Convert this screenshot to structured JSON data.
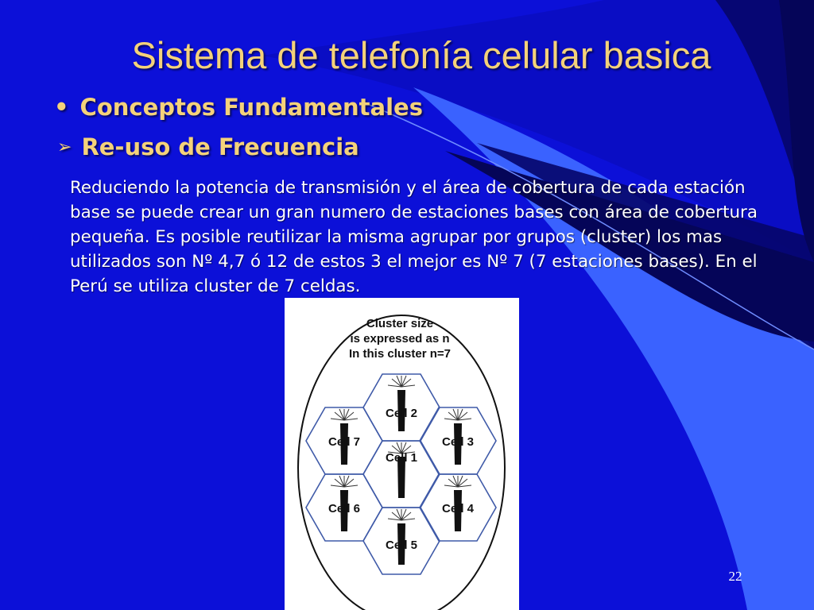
{
  "slide": {
    "title": "Sistema de telefonía celular basica",
    "bullet_main": "Conceptos Fundamentales",
    "bullet_sub": "Re-uso de Frecuencia",
    "body_lines": [
      "Reduciendo la potencia de transmisión y el área de cobertura de cada estación",
      "base se puede crear un gran numero de estaciones bases con área de cobertura",
      "pequeña. Es posible reutilizar la misma agrupar por grupos (cluster) los mas",
      "utilizados son Nº 4,7 ó 12 de estos 3 el mejor es Nº 7 (7 estaciones bases). En el",
      "Perú se utiliza cluster  de 7 celdas."
    ],
    "page_number": "22"
  },
  "figure": {
    "caption_lines": [
      "Cluster size",
      "is expressed as n",
      "In this cluster n=7"
    ],
    "cells": {
      "top": "Cell 2",
      "upper_left": "Cell 7",
      "upper_right": "Cell 3",
      "center": "Cell 1",
      "lower_left": "Cell 6",
      "lower_right": "Cell 4",
      "bottom": "Cell 5"
    }
  },
  "colors": {
    "background": "#0c10d8",
    "dark_panel": "#06066a",
    "light_swoosh": "#3a62ff",
    "title": "#f4d27a",
    "body_text": "#ffffff"
  },
  "icons": {
    "bullet": "bullet-dot",
    "sub_bullet": "arrowhead-bullet",
    "tower": "antenna-tower-icon"
  }
}
